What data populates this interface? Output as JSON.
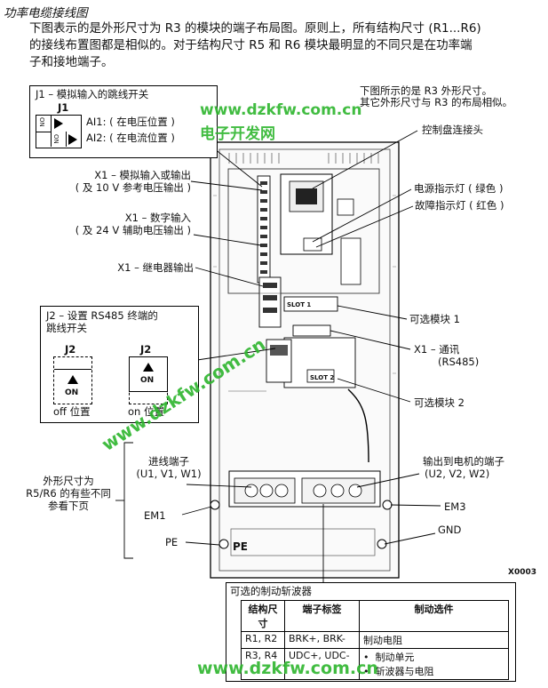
{
  "heading": "功率电缆接线图",
  "intro": {
    "line1": "下图表示的是外形尺寸为 R3 的模块的端子布局图。原则上，所有结构尺寸 (R1...R6)",
    "line2": "的接线布置图都是相似的。对于结构尺寸 R5 和 R6 模块最明显的不同只是在功率端",
    "line3": "子和接地端子。"
  },
  "j1_box": {
    "title": "J1 – 模拟输入的跳线开关",
    "switch_label": "J1",
    "ai1": "AI1: ( 在电压位置 )",
    "ai2": "AI2: ( 在电流位置 )",
    "on": "ON"
  },
  "frame_note": {
    "line1": "下图所示的是 R3 外形尺寸。",
    "line2": "其它外形尺寸与 R3 的布局相似。"
  },
  "left_labels": {
    "x1_analog_1": "X1 – 模拟输入或输出",
    "x1_analog_2": "( 及 10 V 参考电压输出 )",
    "x1_digital_1": "X1 – 数字输入",
    "x1_digital_2": "( 及 24 V 辅助电压输出 )",
    "x1_relay": "X1 – 继电器输出",
    "inlet_1": "进线端子",
    "inlet_2": "(U1, V1, W1)",
    "em1": "EM1",
    "pe": "PE"
  },
  "right_labels": {
    "panel_connector": "控制盘连接头",
    "power_led": "电源指示灯 ( 绿色 )",
    "fault_led": "故障指示灯 ( 红色 )",
    "option1": "可选模块 1",
    "x1_comm_1": "X1 – 通讯",
    "x1_comm_2": "(RS485)",
    "option2": "可选模块 2",
    "motor_1": "输出到电机的端子",
    "motor_2": "(U2, V2, W2)",
    "em3": "EM3",
    "gnd": "GND"
  },
  "j2_box": {
    "title_1": "J2 – 设置 RS485 终端的",
    "title_2": "跳线开关",
    "switch_label": "J2",
    "on": "ON",
    "off_pos": "off 位置",
    "on_pos": "on 位置"
  },
  "side_note": {
    "line1": "外形尺寸为",
    "line2": "R5/R6 的有些不同",
    "line3": "参看下页"
  },
  "drawing": {
    "slot1": "SLOT 1",
    "slot2": "SLOT 2",
    "pe_mark": "PE",
    "figure_id": "X0003"
  },
  "chopper": {
    "title": "可选的制动斩波器",
    "headers": [
      "结构尺寸",
      "端子标签",
      "制动选件"
    ],
    "rows": [
      [
        "R1, R2",
        "BRK+, BRK-",
        "制动电阻"
      ],
      [
        "R3, R4",
        "UDC+, UDC-",
        "制动单元"
      ]
    ],
    "extra_option": "斩波器与电阻"
  },
  "watermarks": {
    "site": "www.dzkfw.com.cn",
    "name": "电子开发网"
  }
}
